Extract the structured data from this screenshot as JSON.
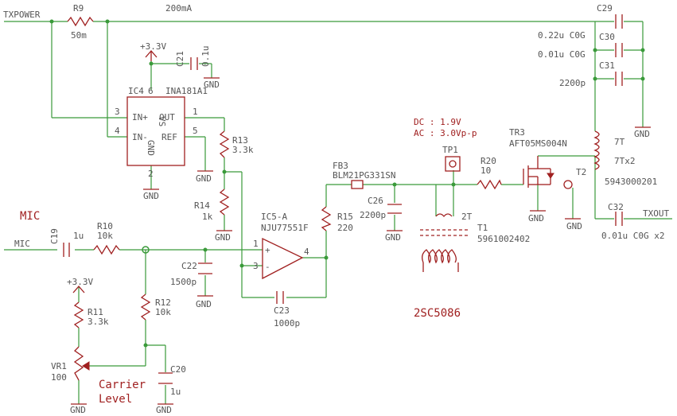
{
  "labels": {
    "txpower": "TXPOWER",
    "r9": "R9",
    "r9_val": "50m",
    "current": "200mA",
    "c29": "C29",
    "c29_val": "0.22u C0G",
    "c30": "C30",
    "c30_val": "0.01u C0G",
    "c31": "C31",
    "c31_val": "2200p",
    "gnd": "GND",
    "vcc": "+3.3V",
    "c21": "C21",
    "c21_val": "0.1u",
    "ic4": "IC4",
    "ic4_val": "INA181A1",
    "vs": "VS",
    "gnd_pin": "GND",
    "inp": "IN+",
    "inn": "IN-",
    "out": "OUT",
    "ref": "REF",
    "pin1": "1",
    "pin2": "2",
    "pin3": "3",
    "pin4": "4",
    "pin5": "5",
    "pin6": "6",
    "r13": "R13",
    "r13_val": "3.3k",
    "r14": "R14",
    "r14_val": "1k",
    "mic_title": "MIC",
    "mic": "MIC",
    "c19": "C19",
    "c19_val": "1u",
    "r10": "R10",
    "r10_val": "10k",
    "ic5": "IC5-A",
    "ic5_val": "NJU77551F",
    "c22": "C22",
    "c22_val": "1500p",
    "c23": "C23",
    "c23_val": "1000p",
    "r11": "R11",
    "r11_val": "3.3k",
    "r12": "R12",
    "r12_val": "10k",
    "vr1": "VR1",
    "vr1_val": "100",
    "carrier1": "Carrier",
    "carrier2": "Level",
    "c20": "C20",
    "c20_val": "1u",
    "fb3": "FB3",
    "fb3_val": "BLM21PG331SN",
    "r15": "R15",
    "r15_val": "220",
    "c26": "C26",
    "c26_val": "2200p",
    "dc": "DC : 1.9V",
    "ac": "AC : 3.0Vp-p",
    "tp1": "TP1",
    "t1": "T1",
    "t1_val": "5961002402",
    "two_t": "2T",
    "part": "2SC5086",
    "r20": "R20",
    "r20_val": "10",
    "tr3": "TR3",
    "tr3_val": "AFT05MS004N",
    "t2": "T2",
    "t2_val": "5943000201",
    "seven_t": "7T",
    "seven_tx2": "7Tx2",
    "c32": "C32",
    "c32_val": "0.01u C0G x2",
    "txout": "TXOUT"
  },
  "colors": {
    "wire": "#3a9a3a",
    "part": "#a02020",
    "text": "#555555"
  }
}
